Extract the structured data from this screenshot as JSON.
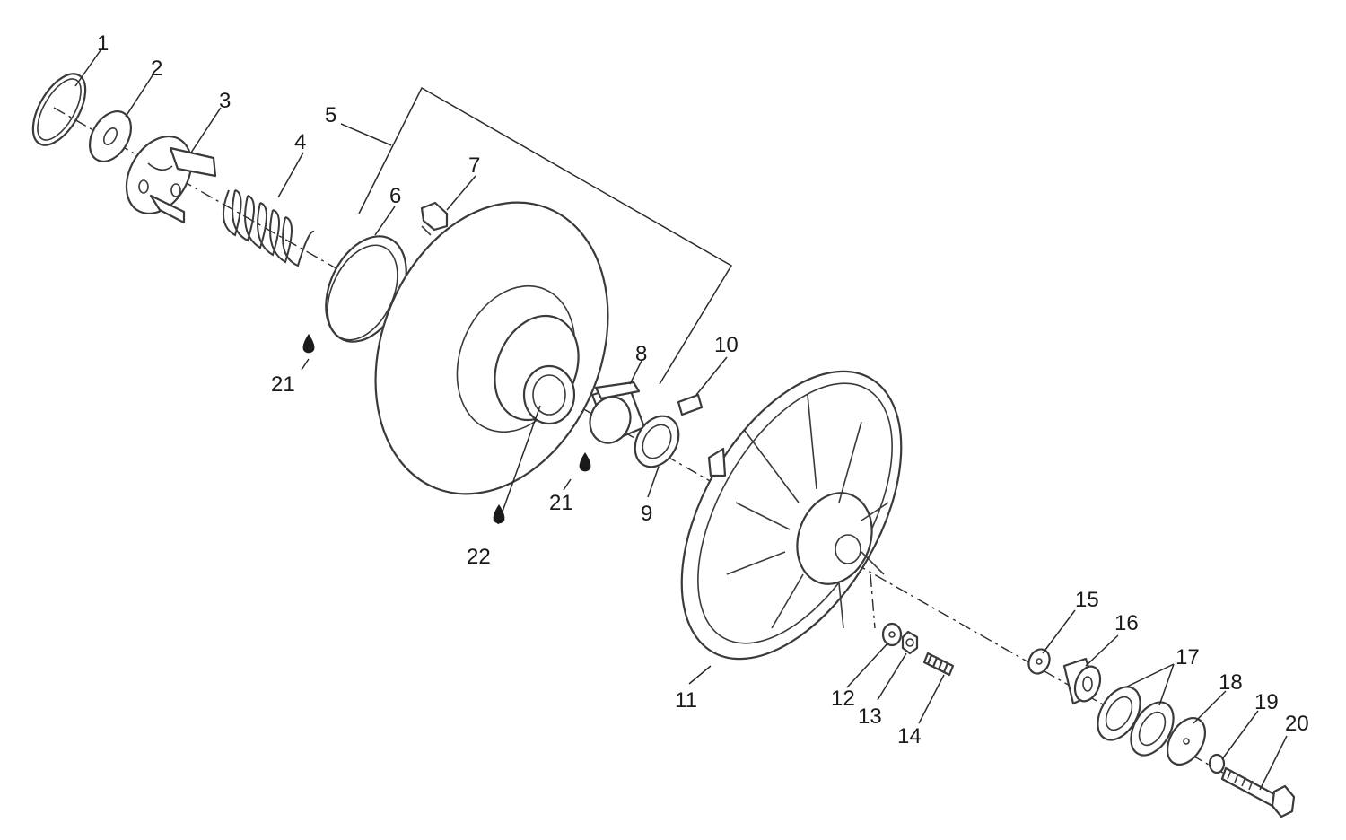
{
  "callouts": [
    {
      "id": "c1",
      "text": "1"
    },
    {
      "id": "c2",
      "text": "2"
    },
    {
      "id": "c3",
      "text": "3"
    },
    {
      "id": "c4",
      "text": "4"
    },
    {
      "id": "c5",
      "text": "5"
    },
    {
      "id": "c6",
      "text": "6"
    },
    {
      "id": "c7",
      "text": "7"
    },
    {
      "id": "c8",
      "text": "8"
    },
    {
      "id": "c9",
      "text": "9"
    },
    {
      "id": "c10",
      "text": "10"
    },
    {
      "id": "c11",
      "text": "11"
    },
    {
      "id": "c12",
      "text": "12"
    },
    {
      "id": "c13",
      "text": "13"
    },
    {
      "id": "c14",
      "text": "14"
    },
    {
      "id": "c15",
      "text": "15"
    },
    {
      "id": "c16",
      "text": "16"
    },
    {
      "id": "c17",
      "text": "17"
    },
    {
      "id": "c18",
      "text": "18"
    },
    {
      "id": "c19",
      "text": "19"
    },
    {
      "id": "c20",
      "text": "20"
    },
    {
      "id": "c21a",
      "text": "21"
    },
    {
      "id": "c21b",
      "text": "21"
    },
    {
      "id": "c22",
      "text": "22"
    }
  ],
  "icons": {
    "lubricant": "oil-drop-icon"
  }
}
